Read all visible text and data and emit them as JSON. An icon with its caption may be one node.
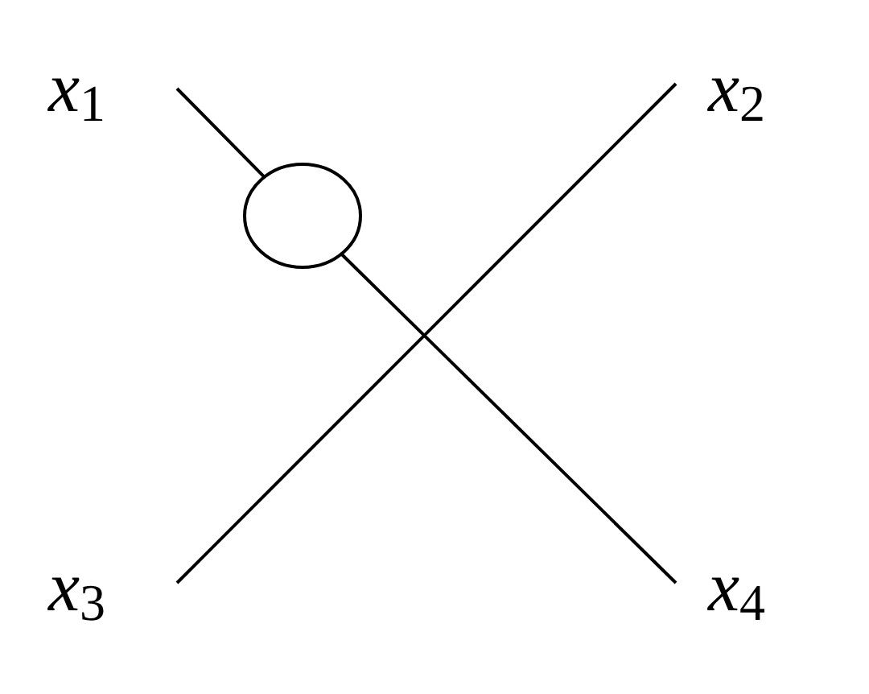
{
  "diagram": {
    "nodes": [
      {
        "text": [
          "*x*$_{1}$"
        ]
      },
      {
        "text": [
          "*x*$_{2}$"
        ]
      },
      {
        "text": [
          "*x*$_{3}$"
        ]
      },
      {
        "text": [
          "*x*$_{4}$"
        ]
      },
      {
        "text": [],
        "shape": "circle"
      }
    ],
    "edges": [
      {
        "from": 0,
        "to": 4,
        "arrow": "none"
      },
      {
        "from": 4,
        "to": 3,
        "arrow": "none"
      },
      {
        "from": 2,
        "to": 1,
        "arrow": "none"
      }
    ]
  }
}
